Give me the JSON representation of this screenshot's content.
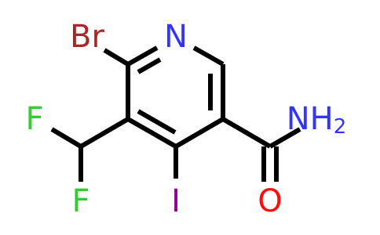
{
  "molecule": {
    "atoms": {
      "n": {
        "symbol": "N",
        "color": "#3333ff"
      },
      "br": {
        "symbol": "Br",
        "color": "#a62929"
      },
      "f_top": {
        "symbol": "F",
        "color": "#33cc33"
      },
      "f_bottom": {
        "symbol": "F",
        "color": "#33cc33"
      },
      "i": {
        "symbol": "I",
        "color": "#940094"
      },
      "nh2": {
        "symbol": "NH",
        "subscript": "2",
        "color": "#3333ff"
      },
      "o": {
        "symbol": "O",
        "color": "#ff0d0d"
      }
    },
    "bond_color": "#000000"
  }
}
